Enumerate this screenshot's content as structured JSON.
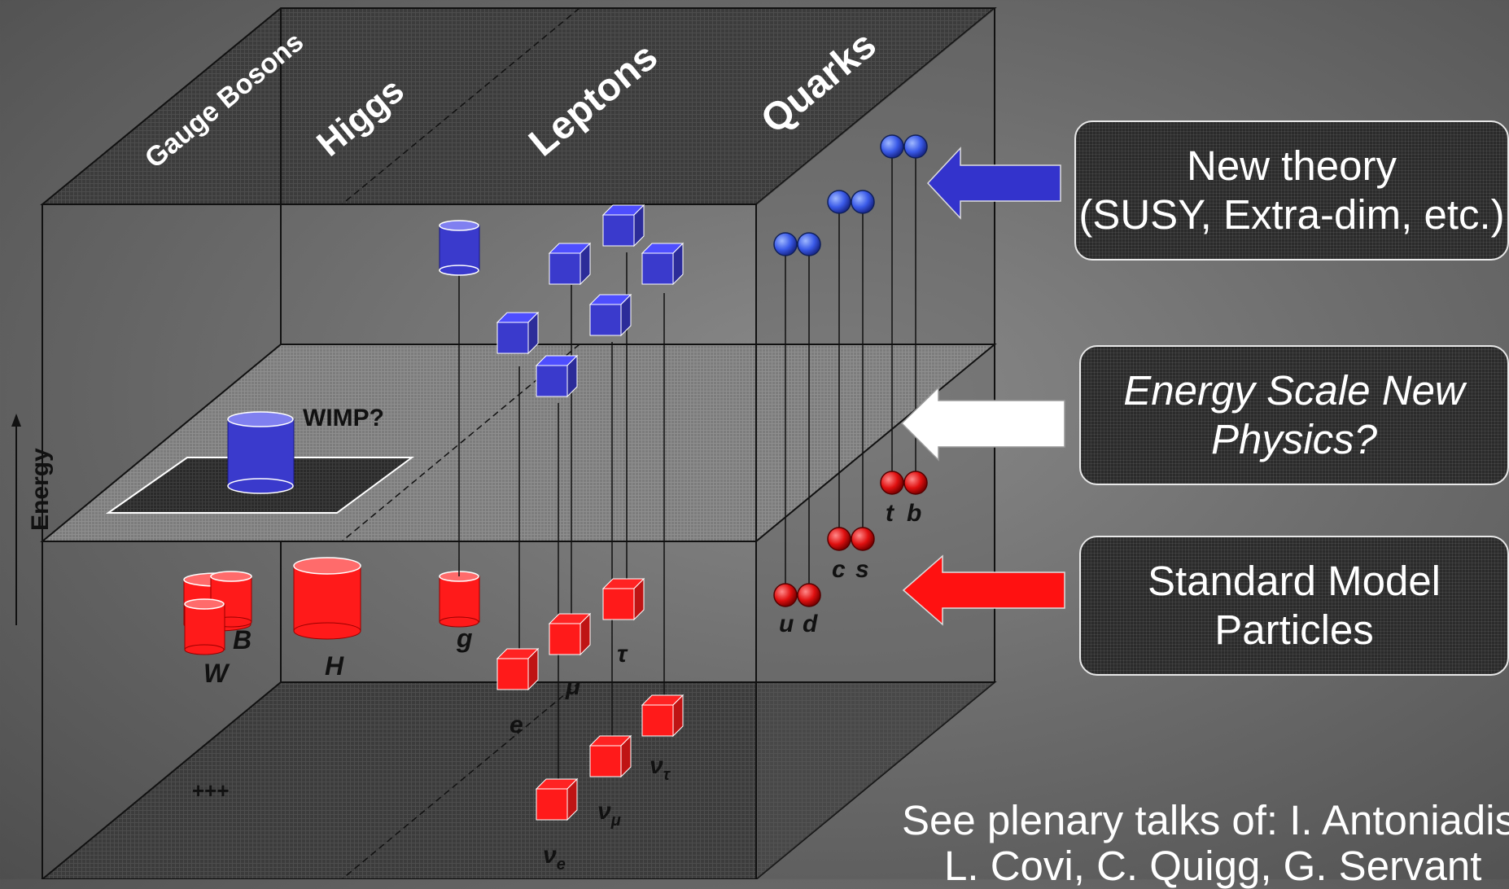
{
  "columns": [
    "Gauge Bosons",
    "Higgs",
    "Leptons",
    "Quarks"
  ],
  "axis": {
    "label": "Energy"
  },
  "labels": {
    "wimp": "WIMP?",
    "W": "W",
    "B": "B",
    "H": "H",
    "g": "g",
    "e": "e",
    "mu": "μ",
    "tau": "τ",
    "nu_e": "ν",
    "nu_e_sub": "e",
    "nu_mu": "ν",
    "nu_mu_sub": "μ",
    "nu_tau": "ν",
    "nu_tau_sub": "τ",
    "u": "u",
    "d": "d",
    "c": "c",
    "s": "s",
    "t": "t",
    "b": "b",
    "plus": "+++"
  },
  "callouts": {
    "new_theory": {
      "line1": "New theory",
      "line2": "(SUSY, Extra-dim, etc.)"
    },
    "energy_scale": {
      "line1": "Energy Scale New",
      "line2": "Physics?"
    },
    "standard_model": {
      "line1": "Standard Model",
      "line2": "Particles"
    }
  },
  "footer": {
    "line1": "See plenary talks of: I. Antoniadis,",
    "line2": "L. Covi, C. Quigg, G. Servant"
  },
  "colors": {
    "sm_red": "#ff1a1a",
    "new_blue": "#3a3acc",
    "arrow_blue": "#3333cc",
    "arrow_white": "#ffffff",
    "arrow_red": "#ff1111"
  }
}
